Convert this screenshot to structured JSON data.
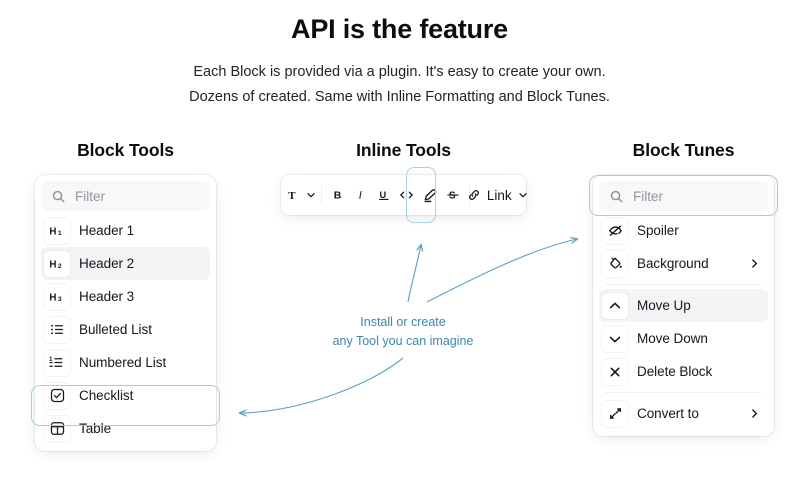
{
  "hero": {
    "title": "API is the feature",
    "subtitle_line1": "Each Block is provided via a plugin. It's easy to create your own.",
    "subtitle_line2": "Dozens of created. Same with Inline Formatting and Block Tunes."
  },
  "colors": {
    "accent": "#3c87ad",
    "highlight_ring": "#9fd0e8",
    "text": "#14171c",
    "placeholder": "#9295a0",
    "hover_row": "#f3f4f5",
    "filter_bg": "#f8f8f9"
  },
  "block_tools": {
    "title": "Block Tools",
    "filter": {
      "placeholder": "Filter",
      "icon": "search-icon",
      "value": ""
    },
    "items": [
      {
        "label": "Header 1",
        "icon": "header-1-icon",
        "hover": false,
        "selected": false
      },
      {
        "label": "Header 2",
        "icon": "header-2-icon",
        "hover": true,
        "selected": false
      },
      {
        "label": "Header 3",
        "icon": "header-3-icon",
        "hover": false,
        "selected": false
      },
      {
        "label": "Bulleted List",
        "icon": "bulleted-list-icon",
        "hover": false,
        "selected": false
      },
      {
        "label": "Numbered List",
        "icon": "numbered-list-icon",
        "hover": false,
        "selected": false
      },
      {
        "label": "Checklist",
        "icon": "checklist-icon",
        "hover": false,
        "selected": true
      },
      {
        "label": "Table",
        "icon": "table-icon",
        "hover": false,
        "selected": false
      }
    ]
  },
  "inline_tools": {
    "title": "Inline Tools",
    "buttons": [
      {
        "label": "T",
        "icon": "text-size-icon",
        "chevron": true,
        "selected": false
      },
      {
        "label": "B",
        "icon": "bold-icon",
        "chevron": false,
        "selected": false
      },
      {
        "label": "I",
        "icon": "italic-icon",
        "chevron": false,
        "selected": false
      },
      {
        "label": "U",
        "icon": "underline-icon",
        "chevron": false,
        "selected": false
      },
      {
        "label": "<>",
        "icon": "inline-code-icon",
        "chevron": false,
        "selected": false
      },
      {
        "label": "",
        "icon": "marker-icon",
        "chevron": false,
        "selected": true
      },
      {
        "label": "S",
        "icon": "strikethrough-icon",
        "chevron": false,
        "selected": false
      },
      {
        "label": "Link",
        "icon": "link-icon",
        "chevron": true,
        "selected": false
      }
    ]
  },
  "block_tunes": {
    "title": "Block Tunes",
    "filter": {
      "placeholder": "Filter",
      "icon": "search-icon",
      "value": ""
    },
    "items": [
      {
        "label": "Spoiler",
        "icon": "eye-off-icon",
        "hover": false,
        "selected": true,
        "chevron": false,
        "divider_after": false
      },
      {
        "label": "Background",
        "icon": "paint-bucket-icon",
        "hover": false,
        "selected": false,
        "chevron": true,
        "divider_after": true
      },
      {
        "label": "Move Up",
        "icon": "chevron-up-icon",
        "hover": true,
        "selected": false,
        "chevron": false,
        "divider_after": false
      },
      {
        "label": "Move Down",
        "icon": "chevron-down-icon",
        "hover": false,
        "selected": false,
        "chevron": false,
        "divider_after": false
      },
      {
        "label": "Delete Block",
        "icon": "close-x-icon",
        "hover": false,
        "selected": false,
        "chevron": false,
        "divider_after": true
      },
      {
        "label": "Convert to",
        "icon": "convert-to-icon",
        "hover": false,
        "selected": false,
        "chevron": true,
        "divider_after": false
      }
    ]
  },
  "annotation": {
    "line1": "Install or create",
    "line2": "any Tool you can imagine"
  }
}
